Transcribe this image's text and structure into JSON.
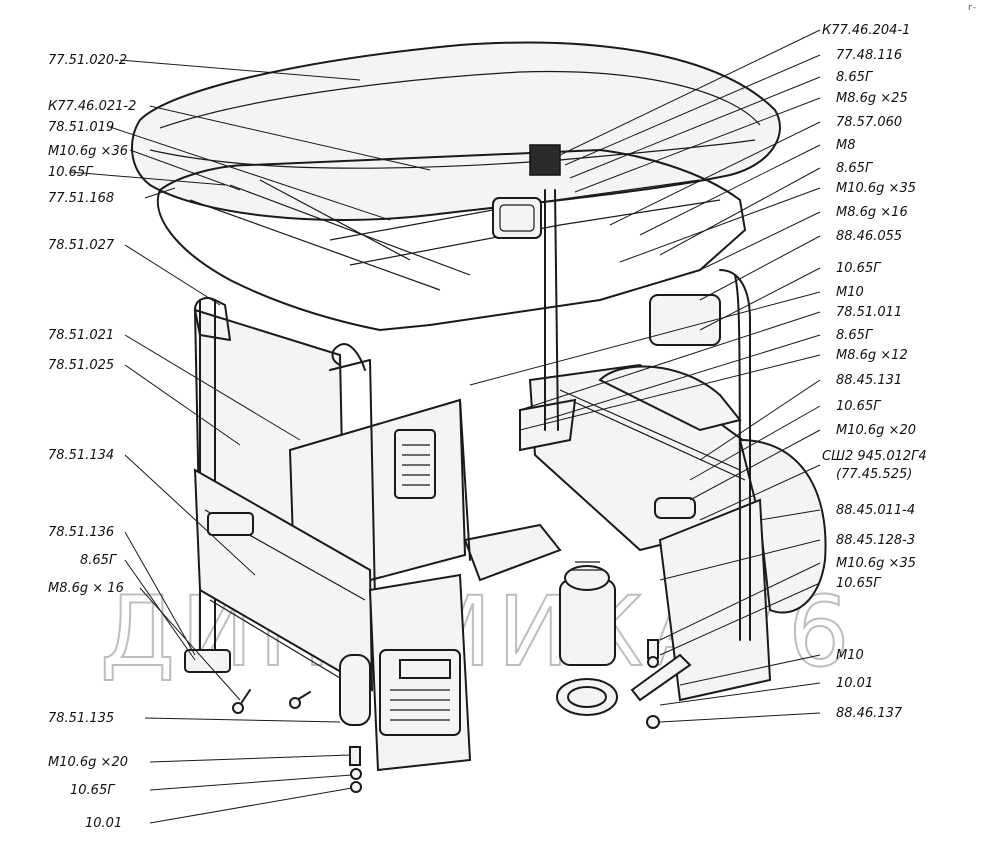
{
  "watermark": "ДИНАМИКА76",
  "corner_mark": "г-",
  "labels": [
    {
      "id": "l01",
      "text": "77.51.020-2"
    },
    {
      "id": "l02",
      "text": "К77.46.021-2"
    },
    {
      "id": "l03",
      "text": "78.51.019"
    },
    {
      "id": "l04",
      "text": "М10.6g ×36"
    },
    {
      "id": "l05",
      "text": "10.65Г"
    },
    {
      "id": "l06",
      "text": "77.51.168"
    },
    {
      "id": "l07",
      "text": "78.51.027"
    },
    {
      "id": "l08",
      "text": "78.51.021"
    },
    {
      "id": "l09",
      "text": "78.51.025"
    },
    {
      "id": "l10",
      "text": "78.51.134"
    },
    {
      "id": "l11",
      "text": "78.51.136"
    },
    {
      "id": "l12",
      "text": "8.65Г"
    },
    {
      "id": "l13",
      "text": "М8.6g × 16"
    },
    {
      "id": "l14",
      "text": "78.51.135"
    },
    {
      "id": "l15",
      "text": "М10.6g ×20"
    },
    {
      "id": "l16",
      "text": "10.65Г"
    },
    {
      "id": "l17",
      "text": "10.01"
    },
    {
      "id": "r01",
      "text": "К77.46.204-1"
    },
    {
      "id": "r02",
      "text": "77.48.116"
    },
    {
      "id": "r03",
      "text": "8.65Г"
    },
    {
      "id": "r04",
      "text": "М8.6g ×25"
    },
    {
      "id": "r05",
      "text": "78.57.060"
    },
    {
      "id": "r06",
      "text": "М8"
    },
    {
      "id": "r07",
      "text": "8.65Г"
    },
    {
      "id": "r08",
      "text": "М10.6g ×35"
    },
    {
      "id": "r09",
      "text": "М8.6g ×16"
    },
    {
      "id": "r10",
      "text": "88.46.055"
    },
    {
      "id": "r11",
      "text": "10.65Г"
    },
    {
      "id": "r12",
      "text": "М10"
    },
    {
      "id": "r13",
      "text": "78.51.011"
    },
    {
      "id": "r14",
      "text": "8.65Г"
    },
    {
      "id": "r15",
      "text": "М8.6g ×12"
    },
    {
      "id": "r16",
      "text": "88.45.131"
    },
    {
      "id": "r17",
      "text": "10.65Г"
    },
    {
      "id": "r18",
      "text": "М10.6g ×20"
    },
    {
      "id": "r19",
      "text": "СШ2 945.012Г4"
    },
    {
      "id": "r20",
      "text": "(77.45.525)"
    },
    {
      "id": "r21",
      "text": "88.45.011-4"
    },
    {
      "id": "r22",
      "text": "88.45.128-3"
    },
    {
      "id": "r23",
      "text": "М10.6g ×35"
    },
    {
      "id": "r24",
      "text": "10.65Г"
    },
    {
      "id": "r25",
      "text": "М10"
    },
    {
      "id": "r26",
      "text": "10.01"
    },
    {
      "id": "r27",
      "text": "88.46.137"
    }
  ]
}
